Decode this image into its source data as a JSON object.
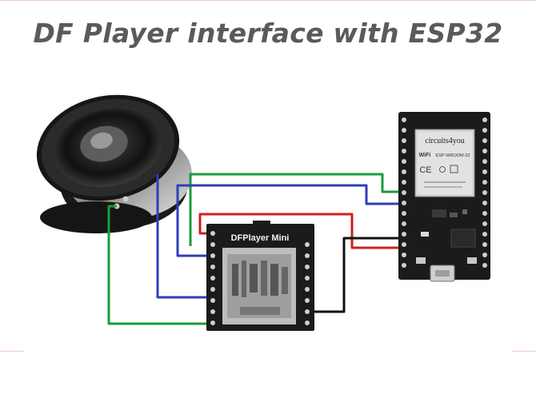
{
  "title": "DF Player interface with ESP32",
  "dfplayer": {
    "label": "DFPlayer Mini"
  },
  "esp32": {
    "brand": "circuits4you",
    "module": "ESP-WROOM-32",
    "ce_mark": "CE",
    "wifi_mark": "WiFi"
  },
  "colors": {
    "wire_green": "#1f9a3c",
    "wire_blue": "#2f3fb8",
    "wire_red": "#d01f1f",
    "wire_black": "#111111",
    "board": "#1b1b1b",
    "title": "#5a5a5a"
  },
  "icons": [
    "speaker",
    "sd-card-slot",
    "usb-port",
    "wifi-icon"
  ]
}
